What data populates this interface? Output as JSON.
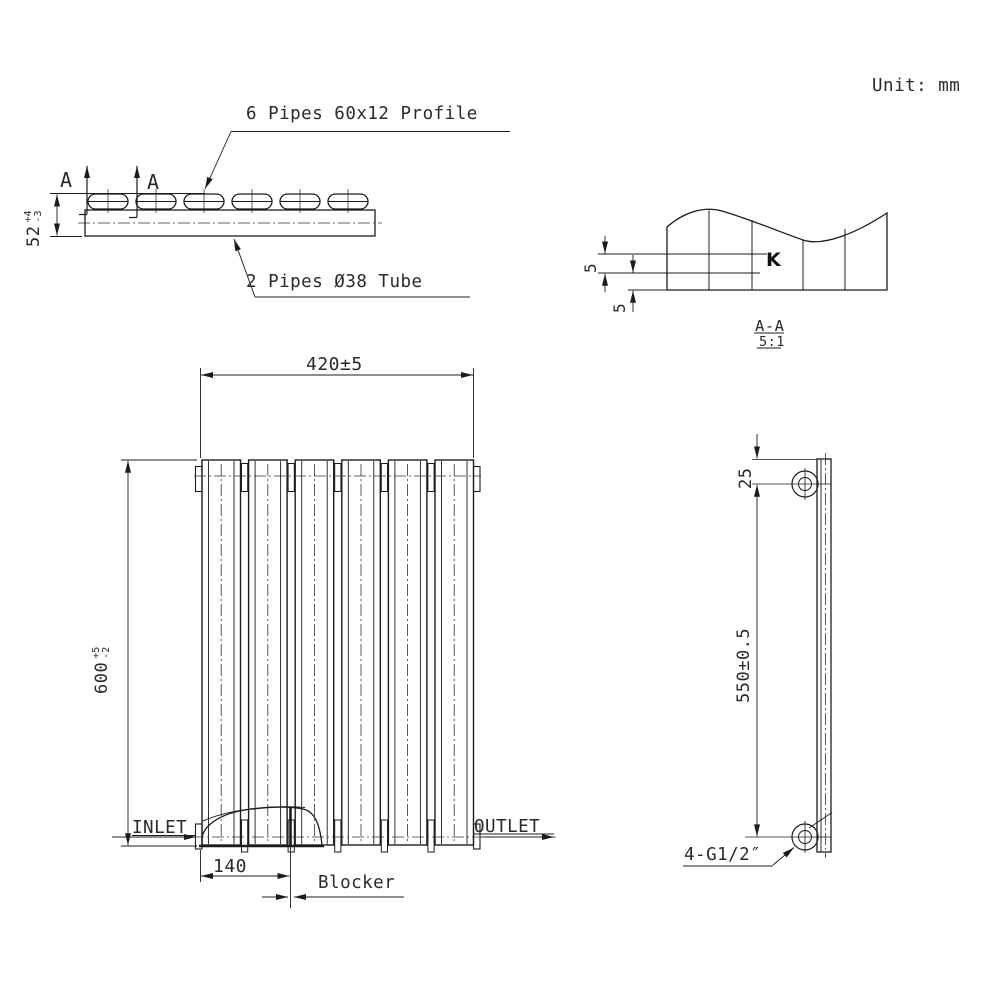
{
  "unit_label": "Unit: mm",
  "top_view": {
    "profile_label": "6 Pipes 60x12 Profile",
    "tube_label": "2 Pipes Ø38 Tube",
    "section_letter": "A",
    "dim_depth": {
      "value": "52",
      "tol_plus": "+4",
      "tol_minus": "-3"
    }
  },
  "detail_view": {
    "title": "A-A",
    "scale": "5:1",
    "k_label": "K",
    "dim_upper": "5",
    "dim_lower": "5"
  },
  "front_view": {
    "panel_count": 6,
    "dim_width": "420±5",
    "dim_height": {
      "value": "600",
      "tol_plus": "+5",
      "tol_minus": "-2"
    },
    "dim_blocker_offset": "140",
    "inlet_label": "INLET",
    "outlet_label": "OUTLET",
    "blocker_label": "Blocker"
  },
  "side_view": {
    "dim_top_offset": "25",
    "dim_hole_spacing": "550±0.5",
    "fitting_label": "4-G1/2″"
  },
  "colors": {
    "line": "#1c1c1c",
    "background": "#ffffff"
  }
}
